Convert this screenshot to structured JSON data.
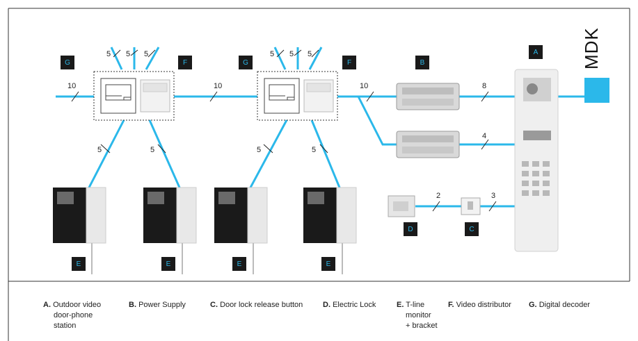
{
  "brand": "MDK",
  "colors": {
    "wire": "#2bb8ea",
    "label_bg": "#1a1a1a",
    "label_text": "#2bb8ea",
    "frame": "#333333"
  },
  "component_labels": {
    "A": "A",
    "B": "B",
    "C": "C",
    "D": "D",
    "E": "E",
    "F": "F",
    "G": "G"
  },
  "wire_counts": {
    "top_group1": [
      "5",
      "5",
      "5"
    ],
    "top_group2": [
      "5",
      "5",
      "5"
    ],
    "left_bus": "10",
    "middle_bus": "10",
    "right_bus": "10",
    "psu1_to_panel": "8",
    "psu2_to_panel": "4",
    "monitor_branches": [
      "5",
      "5",
      "5",
      "5"
    ],
    "lock_to_button": "2",
    "button_to_panel": "3"
  },
  "legend": [
    {
      "letter": "A.",
      "text_lines": [
        "Outdoor video",
        "door-phone",
        "station"
      ]
    },
    {
      "letter": "B.",
      "text_lines": [
        "Power Supply"
      ]
    },
    {
      "letter": "C.",
      "text_lines": [
        "Door lock release button"
      ]
    },
    {
      "letter": "D.",
      "text_lines": [
        "Electric Lock"
      ]
    },
    {
      "letter": "E.",
      "text_lines": [
        "T-line",
        "monitor",
        "+ bracket"
      ]
    },
    {
      "letter": "F.",
      "text_lines": [
        "Video distributor"
      ]
    },
    {
      "letter": "G.",
      "text_lines": [
        "Digital decoder"
      ]
    }
  ]
}
